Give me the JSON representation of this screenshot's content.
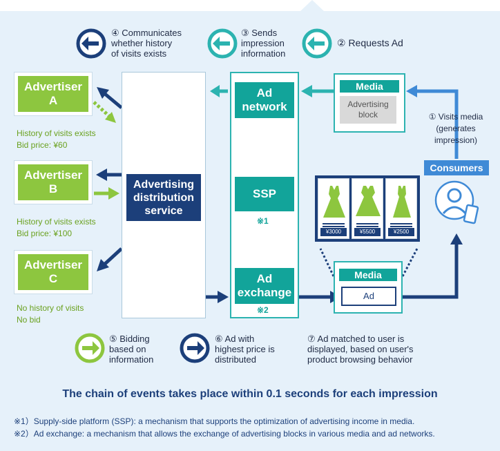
{
  "legend": {
    "step4": [
      "④ Communicates",
      "whether history",
      "of visits exists"
    ],
    "step3": [
      "③ Sends",
      "impression",
      "information"
    ],
    "step2": "② Requests Ad",
    "step5": [
      "⑤ Bidding",
      "based on",
      "information"
    ],
    "step6": [
      "⑥ Ad with",
      "highest price is",
      "distributed"
    ],
    "step7": [
      "⑦ Ad matched to user is",
      "displayed, based on user's",
      "product browsing behavior"
    ]
  },
  "advertisers": [
    {
      "label": [
        "Advertiser",
        "A"
      ],
      "note": [
        "History of visits exists",
        "Bid price: ¥60"
      ]
    },
    {
      "label": [
        "Advertiser",
        "B"
      ],
      "note": [
        "History of visits exists",
        "Bid price: ¥100"
      ]
    },
    {
      "label": [
        "Advertiser",
        "C"
      ],
      "note": [
        "No history of visits",
        "No bid"
      ]
    }
  ],
  "distribution": [
    "Advertising",
    "distribution",
    "service"
  ],
  "ad_network": [
    "Ad",
    "network"
  ],
  "ssp": {
    "label": "SSP",
    "mark": "※1"
  },
  "ad_exchange": {
    "label": [
      "Ad",
      "exchange"
    ],
    "mark": "※2"
  },
  "media_top": {
    "title": "Media",
    "block": [
      "Advertising",
      "block"
    ]
  },
  "media_bottom": {
    "title": "Media",
    "ad": "Ad"
  },
  "visits": [
    "① Visits media",
    "(generates",
    "impression)"
  ],
  "consumers": "Consumers",
  "prices": [
    "¥3000",
    "¥5500",
    "¥2500"
  ],
  "headline": "The chain of events takes place within 0.1 seconds for each impression",
  "footnotes": [
    "※1）Supply-side platform (SSP): a mechanism that supports the optimization of advertising income in media.",
    "※2）Ad exchange: a mechanism that allows the exchange of advertising blocks in various media and ad networks."
  ],
  "colors": {
    "navy": "#1c3f7a",
    "teal": "#12a49a",
    "green": "#8dc63f",
    "blue": "#3f8ad6",
    "panel": "#e6f1fa"
  },
  "icons": [
    "arrow-left-icon",
    "arrow-right-icon",
    "dress-icon",
    "person-icon",
    "tablet-icon"
  ]
}
